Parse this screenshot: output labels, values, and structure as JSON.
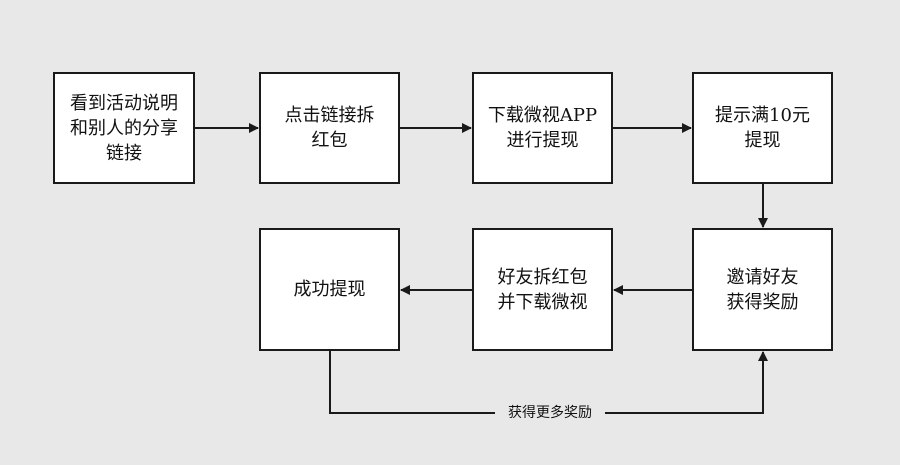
{
  "nodes": {
    "view_activity": {
      "lines": [
        "看到活动说明",
        "和别人的分享",
        "链接"
      ]
    },
    "click_link": {
      "lines": [
        "点击链接拆",
        "红包"
      ]
    },
    "download_app": {
      "lines": [
        "下载微视APP",
        "进行提现"
      ]
    },
    "prompt_withdraw": {
      "lines": [
        "提示满10元",
        "提现"
      ]
    },
    "invite_friends": {
      "lines": [
        "邀请好友",
        "获得奖励"
      ]
    },
    "friend_opens": {
      "lines": [
        "好友拆红包",
        "并下载微视"
      ]
    },
    "success": {
      "lines": [
        "成功提现"
      ]
    }
  },
  "edges": {
    "loop_label": "获得更多奖励"
  },
  "colors": {
    "background": "#e8e8e8",
    "box_fill": "#ffffff",
    "stroke": "#1a1a1a"
  }
}
